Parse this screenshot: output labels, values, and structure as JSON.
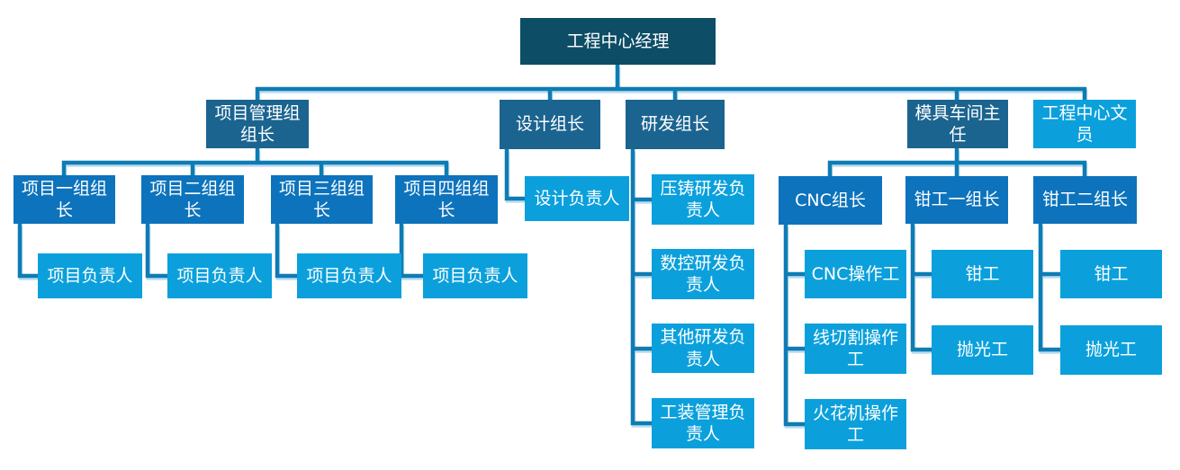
{
  "palette": {
    "root_fill": "#0E4D66",
    "branch_fill": "#1B6490",
    "leader_fill": "#0D73BC",
    "leaf_fill": "#0BA0DC",
    "connector_color": "#0E7CB4",
    "connector_shadow": "#BBDDEF",
    "text_color": "#FFFFFF"
  },
  "chart_type": "org-chart",
  "org": {
    "root": {
      "label": "工程中心经理",
      "children": [
        {
          "label": "项目管理组组长",
          "children": [
            {
              "label": "项目一组组长",
              "children": [
                {
                  "label": "项目负责人"
                }
              ]
            },
            {
              "label": "项目二组组长",
              "children": [
                {
                  "label": "项目负责人"
                }
              ]
            },
            {
              "label": "项目三组组长",
              "children": [
                {
                  "label": "项目负责人"
                }
              ]
            },
            {
              "label": "项目四组组长",
              "children": [
                {
                  "label": "项目负责人"
                }
              ]
            }
          ]
        },
        {
          "label": "设计组长",
          "children": [
            {
              "label": "设计负责人"
            }
          ]
        },
        {
          "label": "研发组长",
          "children": [
            {
              "label": "压铸研发负责人"
            },
            {
              "label": "数控研发负责人"
            },
            {
              "label": "其他研发负责人"
            },
            {
              "label": "工装管理负责人"
            }
          ]
        },
        {
          "label": "模具车间主任",
          "children": [
            {
              "label": "CNC组长",
              "children": [
                {
                  "label": "CNC操作工"
                },
                {
                  "label": "线切割操作工"
                },
                {
                  "label": "火花机操作工"
                }
              ]
            },
            {
              "label": "钳工一组长",
              "children": [
                {
                  "label": "钳工"
                },
                {
                  "label": "抛光工"
                }
              ]
            },
            {
              "label": "钳工二组长",
              "children": [
                {
                  "label": "钳工"
                },
                {
                  "label": "抛光工"
                }
              ]
            }
          ]
        },
        {
          "label": "工程中心文员"
        }
      ]
    }
  }
}
